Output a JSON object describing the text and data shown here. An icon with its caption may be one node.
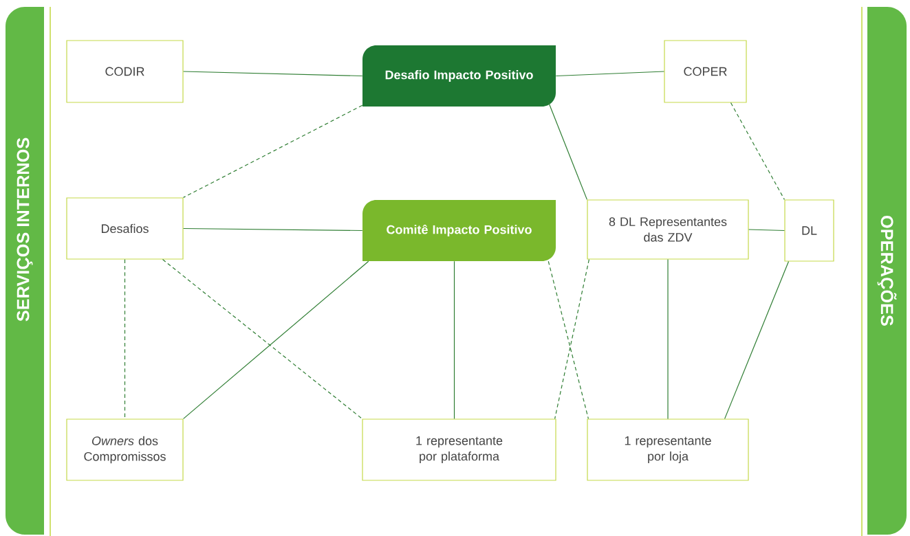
{
  "diagram": {
    "nodes": [
      {
        "text": [
          "SERVIÇOS INTERNOS"
        ]
      },
      {
        "text": [
          "OPERAÇÕES"
        ]
      },
      {
        "text": [
          "CODIR"
        ]
      },
      {
        "text": [
          "Desafio Impacto Positivo"
        ]
      },
      {
        "text": [
          "COPER"
        ]
      },
      {
        "text": [
          "Desafios"
        ]
      },
      {
        "text": [
          "Comitê Impacto Positivo"
        ]
      },
      {
        "text": [
          "8 DL Representantes das ZDV"
        ]
      },
      {
        "text": [
          "DL"
        ]
      },
      {
        "text": [
          "*Owners* dos Compromissos"
        ]
      },
      {
        "text": [
          "1 representante por plataforma"
        ]
      },
      {
        "text": [
          "1 representante por loja"
        ]
      }
    ],
    "edges": [
      {
        "from": 2,
        "to": 3,
        "arrow": "none"
      },
      {
        "from": 3,
        "to": 4,
        "arrow": "none"
      },
      {
        "from": 3,
        "to": 5,
        "arrow": "none",
        "style": "dashed"
      },
      {
        "from": 3,
        "to": 7,
        "arrow": "none"
      },
      {
        "from": 4,
        "to": 8,
        "arrow": "none",
        "style": "dashed"
      },
      {
        "from": 5,
        "to": 6,
        "arrow": "none"
      },
      {
        "from": 7,
        "to": 8,
        "arrow": "none"
      },
      {
        "from": 5,
        "to": 9,
        "arrow": "none",
        "style": "dashed"
      },
      {
        "from": 5,
        "to": 10,
        "arrow": "none",
        "style": "dashed"
      },
      {
        "from": 6,
        "to": 9,
        "arrow": "none"
      },
      {
        "from": 6,
        "to": 10,
        "arrow": "none"
      },
      {
        "from": 6,
        "to": 11,
        "arrow": "none",
        "style": "dashed"
      },
      {
        "from": 7,
        "to": 10,
        "arrow": "none",
        "style": "dashed"
      },
      {
        "from": 7,
        "to": 11,
        "arrow": "none"
      },
      {
        "from": 8,
        "to": 11,
        "arrow": "none"
      }
    ]
  }
}
